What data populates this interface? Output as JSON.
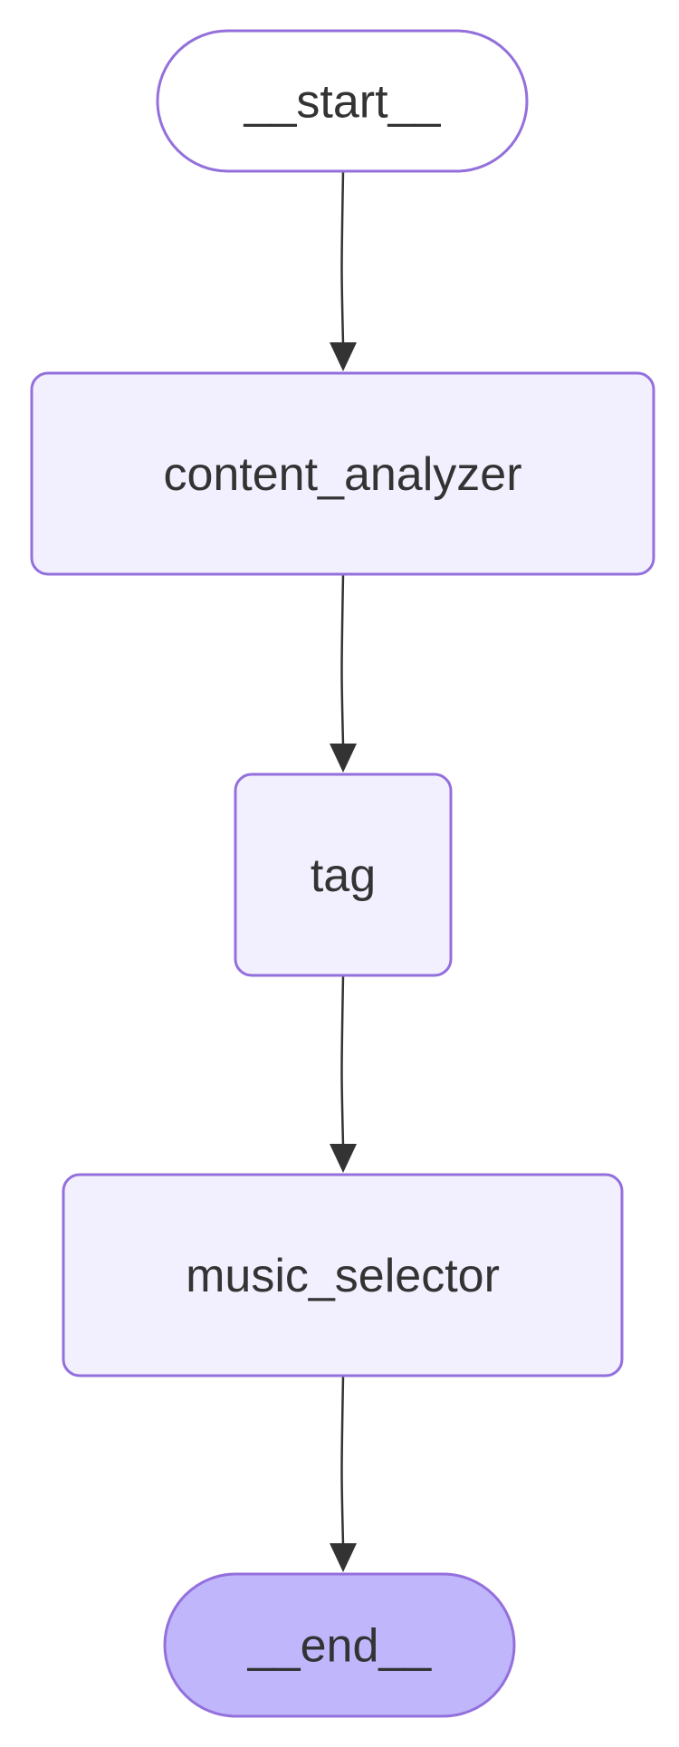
{
  "diagram": {
    "type": "flowchart",
    "direction": "top-to-bottom",
    "nodes": [
      {
        "id": "start",
        "label": "__start__",
        "shape": "stadium",
        "fill": "#ffffff",
        "stroke": "#9370db"
      },
      {
        "id": "content_analyzer",
        "label": "content_analyzer",
        "shape": "rounded-rect",
        "fill": "#f2f0ff",
        "stroke": "#9370db"
      },
      {
        "id": "tag",
        "label": "tag",
        "shape": "rounded-rect",
        "fill": "#f2f0ff",
        "stroke": "#9370db"
      },
      {
        "id": "music_selector",
        "label": "music_selector",
        "shape": "rounded-rect",
        "fill": "#f2f0ff",
        "stroke": "#9370db"
      },
      {
        "id": "end",
        "label": "__end__",
        "shape": "stadium",
        "fill": "#bfb6fc",
        "stroke": "#9370db"
      }
    ],
    "edges": [
      {
        "from": "start",
        "to": "content_analyzer"
      },
      {
        "from": "content_analyzer",
        "to": "tag"
      },
      {
        "from": "tag",
        "to": "music_selector"
      },
      {
        "from": "music_selector",
        "to": "end"
      }
    ],
    "edge_color": "#333333"
  }
}
